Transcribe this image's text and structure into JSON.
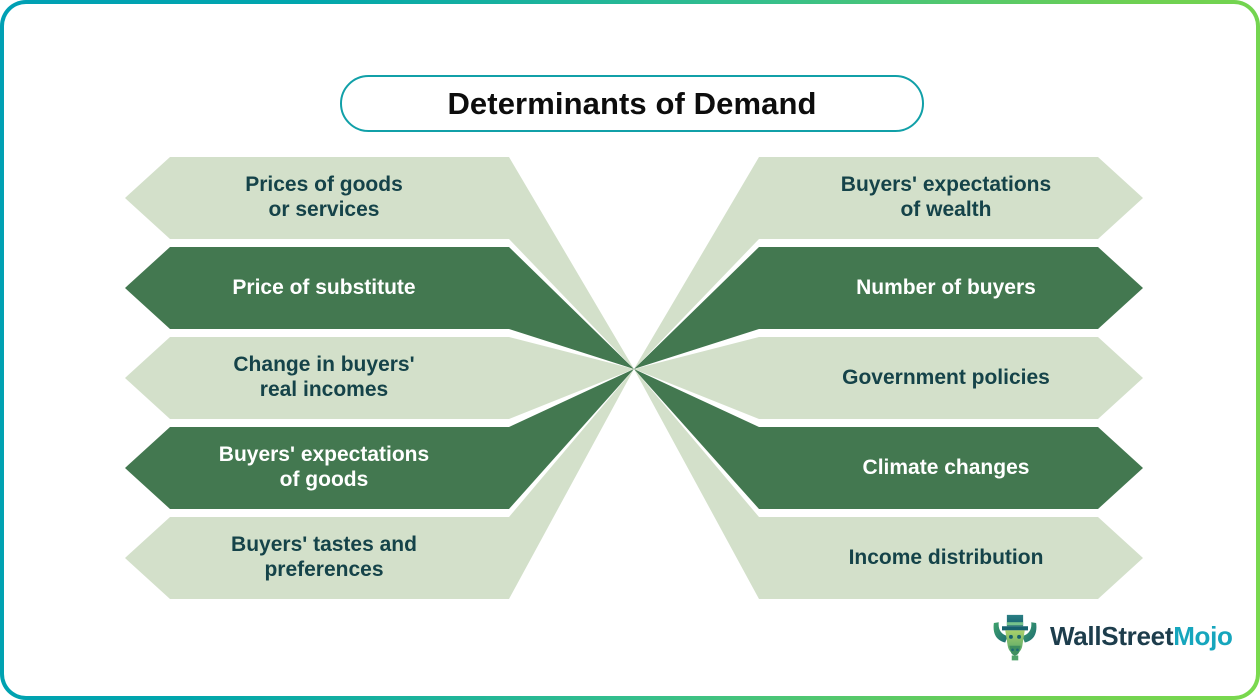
{
  "title": "Determinants of Demand",
  "colors": {
    "band_light": "#d3e0ca",
    "band_dark": "#437850",
    "text_on_light": "#154349",
    "text_on_dark": "#ffffff",
    "title_text": "#0d0d0d",
    "title_border": "#11a0a8",
    "frame_gradient_start": "#00a0b4",
    "frame_gradient_end": "#7ad94e",
    "logo_wordmark_dark": "#1d3d4c",
    "logo_wordmark_teal": "#16a6bd",
    "background": "#ffffff"
  },
  "left_column": [
    {
      "label": "Prices of goods\nor services",
      "lines": [
        "Prices of goods",
        "or services"
      ],
      "style": "light"
    },
    {
      "label": "Price of substitute",
      "lines": [
        "Price of substitute"
      ],
      "style": "dark"
    },
    {
      "label": "Change in buyers'\nreal incomes",
      "lines": [
        "Change in buyers'",
        "real incomes"
      ],
      "style": "light"
    },
    {
      "label": "Buyers' expectations\nof goods",
      "lines": [
        "Buyers' expectations",
        "of goods"
      ],
      "style": "dark"
    },
    {
      "label": "Buyers' tastes and\npreferences",
      "lines": [
        "Buyers' tastes and",
        "preferences"
      ],
      "style": "light"
    }
  ],
  "right_column": [
    {
      "label": "Buyers' expectations\nof wealth",
      "lines": [
        "Buyers' expectations",
        "of wealth"
      ],
      "style": "light"
    },
    {
      "label": "Number of buyers",
      "lines": [
        "Number of buyers"
      ],
      "style": "dark"
    },
    {
      "label": "Government policies",
      "lines": [
        "Government policies"
      ],
      "style": "light"
    },
    {
      "label": "Climate changes",
      "lines": [
        "Climate changes"
      ],
      "style": "dark"
    },
    {
      "label": "Income distribution",
      "lines": [
        "Income distribution"
      ],
      "style": "light"
    }
  ],
  "logo": {
    "mark": "bull-head-tophat-icon",
    "word_primary": "WallStreet",
    "word_secondary": "Mojo"
  }
}
